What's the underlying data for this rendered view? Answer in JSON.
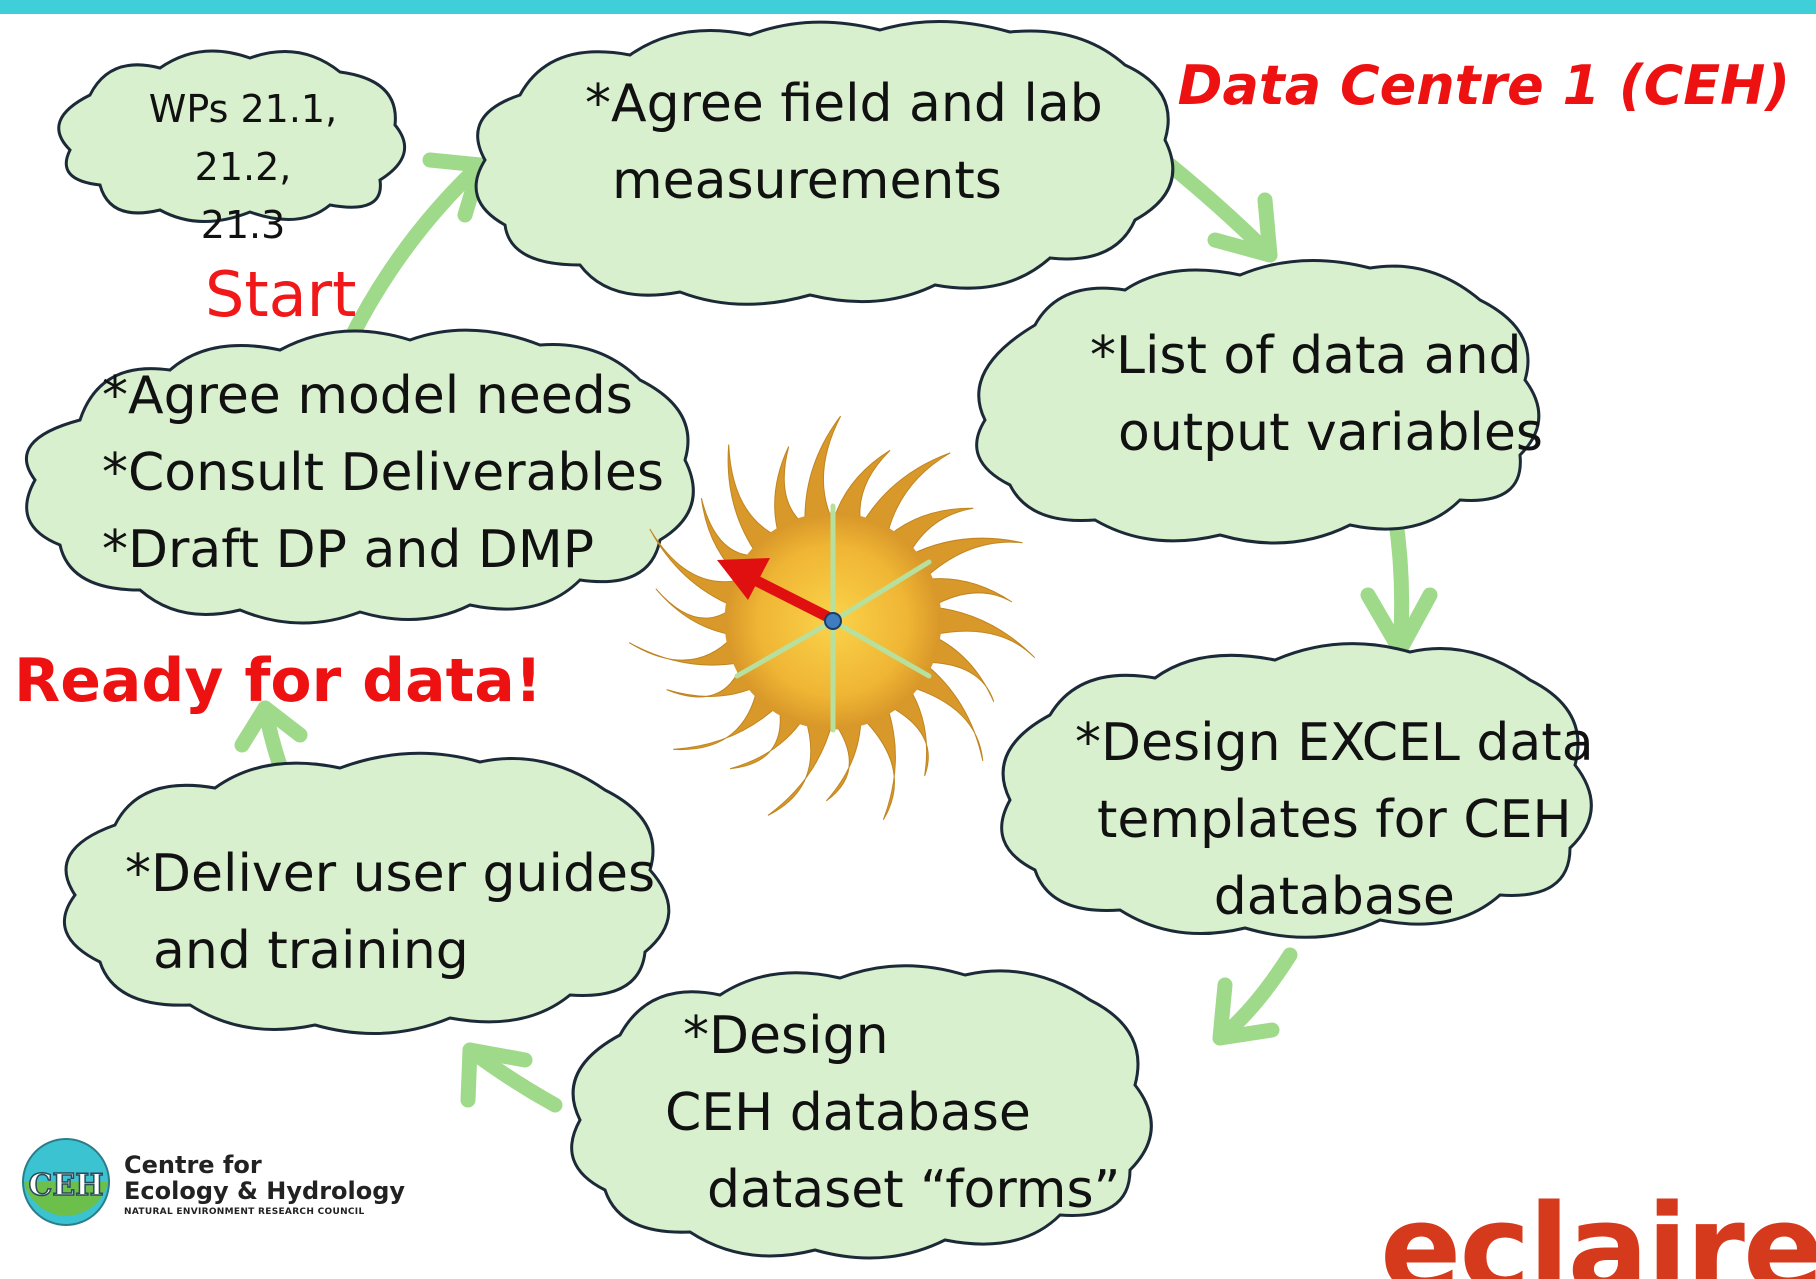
{
  "header": {
    "title": "Data Centre 1 (CEH)"
  },
  "labels": {
    "start": "Start",
    "ready": "Ready for data!"
  },
  "wps": {
    "lines": [
      "WPs 21.1,",
      "21.2, 21.3"
    ]
  },
  "steps": [
    {
      "lines": [
        "*Agree model needs",
        "*Consult Deliverables",
        "*Draft DP and DMP"
      ]
    },
    {
      "lines": [
        "*Agree field and lab",
        "measurements"
      ]
    },
    {
      "lines": [
        "*List of data and",
        "output variables"
      ]
    },
    {
      "lines": [
        "*Design EXCEL data",
        "templates for CEH",
        "database"
      ]
    },
    {
      "lines": [
        "*Design",
        "CEH database",
        "dataset “forms”"
      ]
    },
    {
      "lines": [
        "*Deliver user guides",
        "and training"
      ]
    }
  ],
  "logos": {
    "ceh": {
      "badge": "CEH",
      "line1": "Centre for",
      "line2": "Ecology & Hydrology",
      "line3": "NATURAL ENVIRONMENT RESEARCH COUNCIL"
    },
    "eclaire": "eclaire"
  },
  "colors": {
    "top_bar": "#3fcfd9",
    "cloud_fill": "#d9f0cf",
    "cloud_stroke": "#1c2a38",
    "arrow": "#9fd98a",
    "accent_red": "#ee1111",
    "sun_outer": "#d9982a",
    "sun_inner": "#f4c33a",
    "eclaire_red": "#d63a1d"
  }
}
